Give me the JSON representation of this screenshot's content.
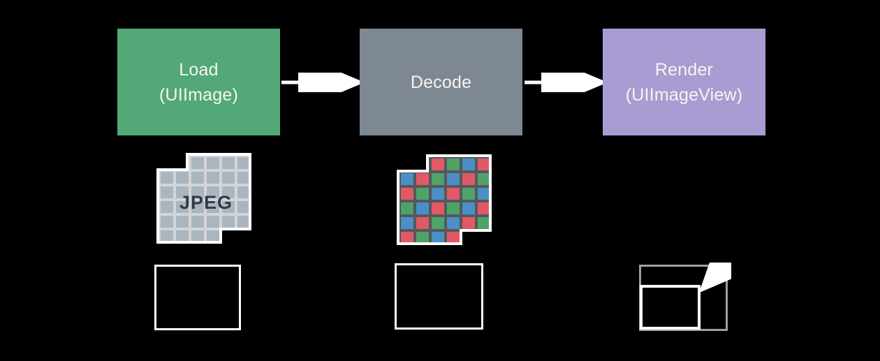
{
  "background": "#000000",
  "pipeline": {
    "label_color": "#F7F4F0",
    "arrow_color": "#FFFFFF",
    "stages": [
      {
        "name": "load",
        "line1": "Load",
        "line2": "(UIImage)",
        "fill": "#52A877"
      },
      {
        "name": "decode",
        "line1": "Decode",
        "line2": "",
        "fill": "#7E8893"
      },
      {
        "name": "render",
        "line1": "Render",
        "line2": "(UIImageView)",
        "fill": "#A89CD2"
      }
    ]
  },
  "icons": {
    "jpeg_file": {
      "icon_name": "jpeg-file-icon",
      "label": "JPEG",
      "label_color": "#333B47",
      "cell_color": "#A9B5C1",
      "gap_color": "#D4D4D6",
      "outline_color": "#FFFFFF",
      "rows": [
        "..XXXX",
        "XXXXXX",
        "XXXXXX",
        "XXXXXX",
        "XXXXXX",
        "XXXX.."
      ]
    },
    "decoded_bitmap": {
      "icon_name": "decoded-bitmap-icon",
      "gap_color": "#55585C",
      "outline_color": "#FFFFFF",
      "palette": {
        "R": "#E25966",
        "G": "#4FA369",
        "B": "#4B8FC6"
      },
      "rows": [
        "..RGBR",
        "BRGBRG",
        "RGBRGB",
        "GBRGBR",
        "BRGBRG",
        "RGBR.."
      ]
    }
  },
  "frames": {
    "loaded_canvas_border": "#FFFFFF",
    "decoded_canvas_border": "#FFFFFF",
    "render_outer_border": "#9CA0A6",
    "render_inner_border": "#FFFFFF",
    "scale_down_arrow_color": "#FFFFFF"
  }
}
